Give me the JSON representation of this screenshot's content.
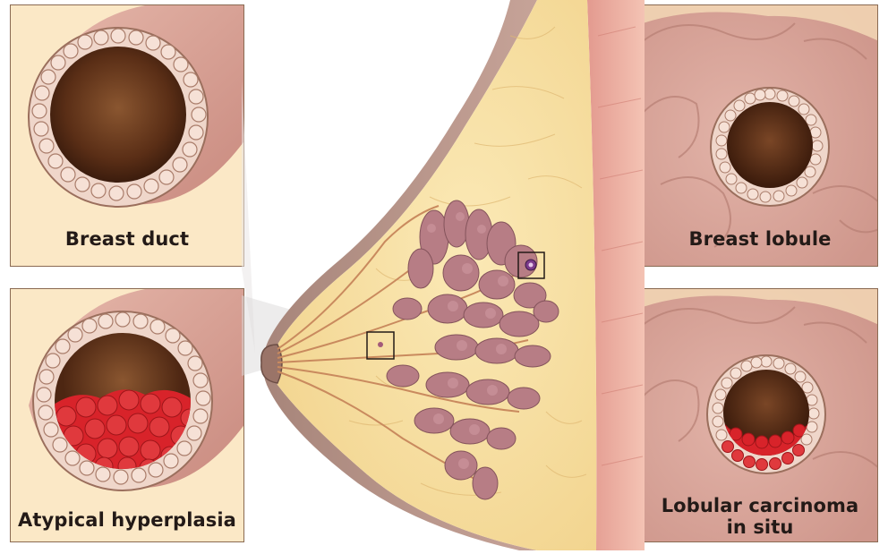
{
  "panels": {
    "duct": {
      "label": "Breast duct"
    },
    "atypical": {
      "label": "Atypical hyperplasia"
    },
    "lobule": {
      "label": "Breast lobule"
    },
    "lcis": {
      "label_line1": "Lobular carcinoma",
      "label_line2": "in situ"
    }
  },
  "colors": {
    "background_cream": "#fbe8c6",
    "tissue_pink": "#d9a59a",
    "lumen_brown": "#6b3a1e",
    "cell_beige": "#f1d9cd",
    "abnormal_red": "#d8232a",
    "fat_yellow": "#f7e3a6",
    "gland_purple": "#b77d85",
    "frame_border": "#8a6a52"
  }
}
